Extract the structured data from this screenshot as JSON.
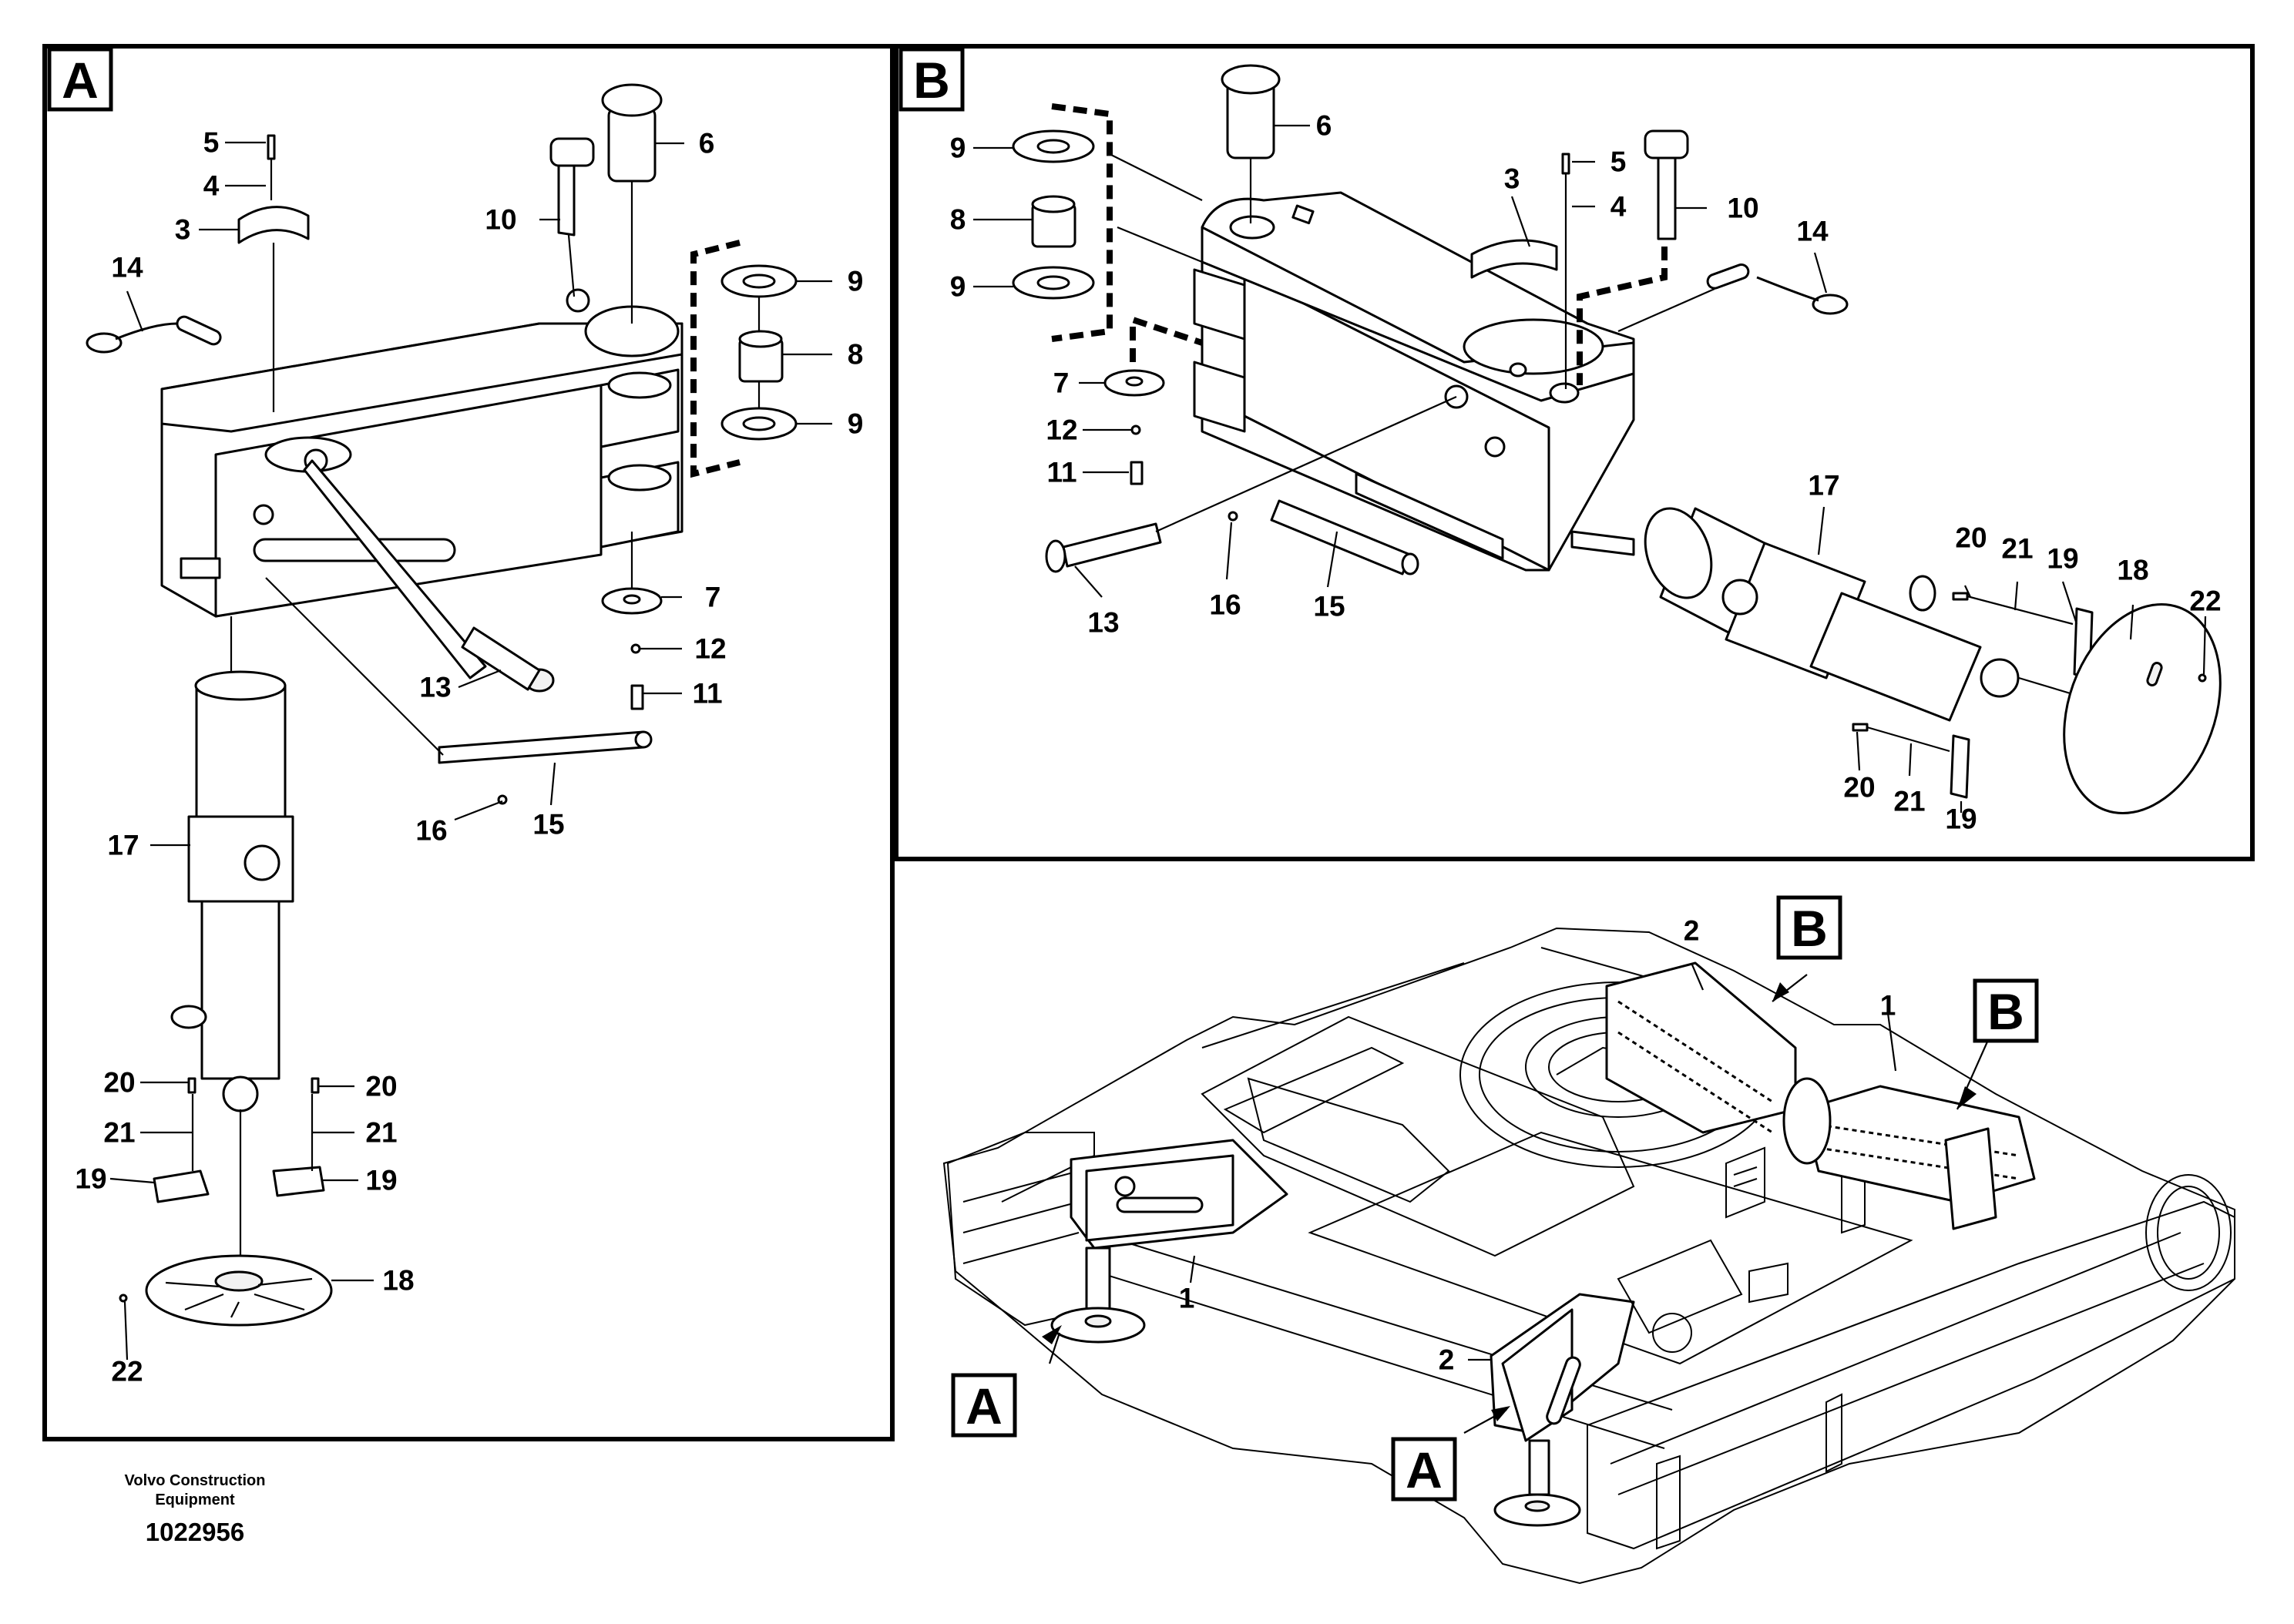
{
  "panels": {
    "a_label": "A",
    "b_label": "B"
  },
  "overview": {
    "callout_b_upper": "B",
    "callout_b_right": "B",
    "callout_a_left": "A",
    "callout_a_lower": "A",
    "pos_2_upper": "2",
    "pos_1_right": "1",
    "pos_1_left": "1",
    "pos_2_lower": "2"
  },
  "panel_a_callouts": {
    "c5": "5",
    "c4": "4",
    "c3": "3",
    "c14": "14",
    "c10": "10",
    "c6": "6",
    "c9a": "9",
    "c8": "8",
    "c9b": "9",
    "c7": "7",
    "c12": "12",
    "c11": "11",
    "c13": "13",
    "c16": "16",
    "c15": "15",
    "c17": "17",
    "c20a": "20",
    "c21a": "21",
    "c19a": "19",
    "c20b": "20",
    "c21b": "21",
    "c19b": "19",
    "c18": "18",
    "c22": "22"
  },
  "panel_b_callouts": {
    "c9a": "9",
    "c8": "8",
    "c9b": "9",
    "c6": "6",
    "c3": "3",
    "c5": "5",
    "c4": "4",
    "c10": "10",
    "c14": "14",
    "c7": "7",
    "c12": "12",
    "c11": "11",
    "c17": "17",
    "c13": "13",
    "c16": "16",
    "c15": "15",
    "c20a": "20",
    "c21a": "21",
    "c19a": "19",
    "c18": "18",
    "c22": "22",
    "c20b": "20",
    "c21b": "21",
    "c19b": "19"
  },
  "footer": {
    "company_line1": "Volvo Construction",
    "company_line2": "Equipment",
    "doc_number": "1022956"
  }
}
